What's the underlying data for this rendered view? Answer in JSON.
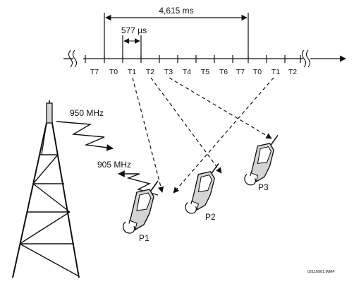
{
  "timing": {
    "frame_duration": "4,615 ms",
    "slot_duration": "577 µs",
    "slots": [
      "T7",
      "T0",
      "T1",
      "T2",
      "T3",
      "T4",
      "T5",
      "T6",
      "T7",
      "T0",
      "T1",
      "T2"
    ]
  },
  "frequencies": {
    "downlink": "950 MHz",
    "uplink": "905 MHz"
  },
  "phones": [
    "P1",
    "P2",
    "P3"
  ],
  "figure_code": "02116901.WMF",
  "colors": {
    "line": "#111111",
    "phone_fill": "#d4d4d4"
  }
}
